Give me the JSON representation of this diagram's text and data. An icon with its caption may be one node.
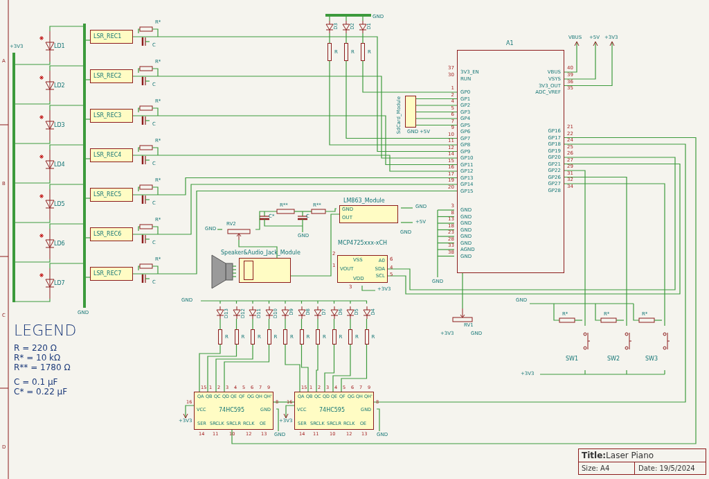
{
  "diagram": {
    "nodes": [
      {
        "text": [
          "LD1"
        ]
      },
      {
        "text": [
          "LD2"
        ]
      },
      {
        "text": [
          "LD3"
        ]
      },
      {
        "text": [
          "LD4"
        ]
      },
      {
        "text": [
          "LD5"
        ]
      },
      {
        "text": [
          "LD6"
        ]
      },
      {
        "text": [
          "LD7"
        ]
      },
      {
        "text": [
          "LSR_REC1"
        ]
      },
      {
        "text": [
          "LSR_REC2"
        ]
      },
      {
        "text": [
          "LSR_REC3"
        ]
      },
      {
        "text": [
          "LSR_REC4"
        ]
      },
      {
        "text": [
          "LSR_REC5"
        ]
      },
      {
        "text": [
          "LSR_REC6"
        ]
      },
      {
        "text": [
          "LSR_REC7"
        ]
      },
      {
        "text": [
          "A1",
          "3V3_EN",
          "RUN",
          "GP0",
          "GP1",
          "GP2",
          "GP3",
          "GP4",
          "GP5",
          "GP6",
          "GP7",
          "GP8",
          "GP9",
          "GP10",
          "GP11",
          "GP12",
          "GP13",
          "GP14",
          "GP15",
          "GND",
          "GND",
          "GND",
          "GND",
          "GND",
          "GND",
          "AGND",
          "GND",
          "VBUS",
          "VSYS",
          "3V3_OUT",
          "ADC_VREF",
          "GP16",
          "GP17",
          "GP18",
          "GP19",
          "GP20",
          "GP21",
          "GP22",
          "GP26",
          "GP27",
          "GP28"
        ],
        "beside": [
          "37",
          "30",
          "1",
          "2",
          "4",
          "5",
          "6",
          "7",
          "9",
          "10",
          "11",
          "12",
          "14",
          "15",
          "16",
          "17",
          "19",
          "20",
          "3",
          "8",
          "13",
          "18",
          "23",
          "28",
          "33",
          "38",
          "40",
          "39",
          "36",
          "35",
          "21",
          "22",
          "24",
          "25",
          "26",
          "27",
          "29",
          "31",
          "32",
          "34"
        ]
      },
      {
        "text": [
          "SdCard_Module"
        ]
      },
      {
        "text": [
          "LM863_Module",
          "GND",
          "OUT"
        ]
      },
      {
        "text": [
          "MCP4725xxx-xCH",
          "VOUT",
          "VSS",
          "VDD",
          "A0",
          "SDA",
          "SCL"
        ],
        "beside": [
          "1",
          "2",
          "3",
          "6",
          "4",
          "5"
        ]
      },
      {
        "text": [
          "Speaker&Audio_Jack_Module"
        ]
      },
      {
        "text": [
          "RV2"
        ]
      },
      {
        "text": [
          "74HC595",
          "QA",
          "QB",
          "QC",
          "QD",
          "QE",
          "QF",
          "QG",
          "QH",
          "QH'",
          "VCC",
          "GND",
          "SER",
          "SRCLK",
          "SRCLR",
          "RCLK",
          "OE"
        ],
        "beside": [
          "15",
          "1",
          "2",
          "3",
          "4",
          "5",
          "6",
          "7",
          "9",
          "16",
          "8",
          "14",
          "11",
          "10",
          "12",
          "13"
        ]
      },
      {
        "text": [
          "74HC595",
          "QA",
          "QB",
          "QC",
          "QD",
          "QE",
          "QF",
          "QG",
          "QH",
          "QH'",
          "VCC",
          "GND",
          "SER",
          "SRCLK",
          "SRCLR",
          "RCLK",
          "OE"
        ],
        "beside": [
          "15",
          "1",
          "2",
          "3",
          "4",
          "5",
          "6",
          "7",
          "9",
          "16",
          "8",
          "14",
          "11",
          "10",
          "12",
          "13"
        ]
      },
      {
        "text": [
          "RV1"
        ]
      },
      {
        "text": [
          "SW1"
        ]
      },
      {
        "text": [
          "SW2"
        ]
      },
      {
        "text": [
          "SW3"
        ]
      },
      {
        "text": [
          "**Title:**Laser Piano",
          "Size: A4",
          "Date: 19/5/2024"
        ]
      },
      {
        "text": [
          "VBUS"
        ]
      },
      {
        "text": [
          "+5V"
        ]
      },
      {
        "text": [
          "+3V3"
        ]
      },
      {
        "text": [
          "+3V3"
        ]
      },
      {
        "text": [
          "+3V3"
        ]
      },
      {
        "text": [
          "D3"
        ]
      },
      {
        "text": [
          "D2"
        ]
      },
      {
        "text": [
          "D1"
        ]
      },
      {
        "text": [
          "R"
        ]
      },
      {
        "text": [
          "R"
        ]
      },
      {
        "text": [
          "R"
        ]
      },
      {
        "text": [
          "D13"
        ]
      },
      {
        "text": [
          "D12"
        ]
      },
      {
        "text": [
          "D11"
        ]
      },
      {
        "text": [
          "D10"
        ]
      },
      {
        "text": [
          "D9"
        ]
      },
      {
        "text": [
          "D8"
        ]
      },
      {
        "text": [
          "D7"
        ]
      },
      {
        "text": [
          "D6"
        ]
      },
      {
        "text": [
          "D5"
        ]
      },
      {
        "text": [
          "D4"
        ]
      },
      {
        "text": [
          "R"
        ]
      },
      {
        "text": [
          "R"
        ]
      },
      {
        "text": [
          "R"
        ]
      },
      {
        "text": [
          "R"
        ]
      },
      {
        "text": [
          "R"
        ]
      },
      {
        "text": [
          "R"
        ]
      },
      {
        "text": [
          "R"
        ]
      },
      {
        "text": [
          "R"
        ]
      },
      {
        "text": [
          "R"
        ]
      },
      {
        "text": [
          "R"
        ]
      },
      {
        "text": [],
        "shape": "bar"
      },
      {
        "text": [],
        "shape": "bar",
        "beside": [
          "GND"
        ]
      },
      {
        "text": [],
        "shape": "bar"
      }
    ],
    "edges": [
      {
        "from": 7,
        "to": 14,
        "arrow": "none"
      },
      {
        "from": 8,
        "to": 14,
        "arrow": "none"
      },
      {
        "from": 9,
        "to": 14,
        "arrow": "none"
      },
      {
        "from": 10,
        "to": 14,
        "arrow": "none"
      },
      {
        "from": 11,
        "to": 14,
        "arrow": "none"
      },
      {
        "from": 12,
        "to": 14,
        "arrow": "none"
      },
      {
        "from": 13,
        "to": 14,
        "arrow": "none"
      },
      {
        "from": 15,
        "to": 14,
        "arrow": "none"
      },
      {
        "from": 15,
        "to": 14,
        "arrow": "none"
      },
      {
        "from": 15,
        "to": 14,
        "arrow": "none"
      },
      {
        "from": 15,
        "to": 14,
        "arrow": "none"
      },
      {
        "from": 15,
        "to": 14,
        "arrow": "none"
      },
      {
        "from": 18,
        "to": 16,
        "arrow": "none"
      },
      {
        "from": 18,
        "to": 19,
        "arrow": "none"
      },
      {
        "from": 17,
        "to": 14,
        "arrow": "none"
      },
      {
        "from": 17,
        "to": 14,
        "arrow": "none"
      },
      {
        "from": 20,
        "to": 21,
        "arrow": "none"
      },
      {
        "from": 20,
        "to": 14,
        "arrow": "none"
      },
      {
        "from": 21,
        "to": 14,
        "arrow": "none"
      },
      {
        "from": 22,
        "to": 14,
        "arrow": "none"
      },
      {
        "from": 23,
        "to": 14,
        "arrow": "none"
      },
      {
        "from": 24,
        "to": 14,
        "arrow": "none"
      },
      {
        "from": 25,
        "to": 14,
        "arrow": "none"
      },
      {
        "from": 14,
        "to": 27,
        "arrow": "to"
      },
      {
        "from": 14,
        "to": 28,
        "arrow": "to"
      },
      {
        "from": 14,
        "to": 29,
        "arrow": "to"
      },
      {
        "from": 20,
        "to": 30,
        "arrow": "to"
      },
      {
        "from": 21,
        "to": 31,
        "arrow": "to"
      },
      {
        "from": 32,
        "to": 35,
        "arrow": "none"
      },
      {
        "from": 33,
        "to": 36,
        "arrow": "none"
      },
      {
        "from": 34,
        "to": 37,
        "arrow": "none"
      },
      {
        "from": 35,
        "to": 14,
        "arrow": "none"
      },
      {
        "from": 36,
        "to": 14,
        "arrow": "none"
      },
      {
        "from": 37,
        "to": 14,
        "arrow": "none"
      },
      {
        "from": 38,
        "to": 48,
        "arrow": "none"
      },
      {
        "from": 39,
        "to": 49,
        "arrow": "none"
      },
      {
        "from": 40,
        "to": 50,
        "arrow": "none"
      },
      {
        "from": 41,
        "to": 51,
        "arrow": "none"
      },
      {
        "from": 42,
        "to": 52,
        "arrow": "none"
      },
      {
        "from": 43,
        "to": 53,
        "arrow": "none"
      },
      {
        "from": 44,
        "to": 54,
        "arrow": "none"
      },
      {
        "from": 45,
        "to": 55,
        "arrow": "none"
      },
      {
        "from": 46,
        "to": 56,
        "arrow": "none"
      },
      {
        "from": 47,
        "to": 57,
        "arrow": "none"
      },
      {
        "from": 48,
        "to": 20,
        "arrow": "none"
      },
      {
        "from": 49,
        "to": 20,
        "arrow": "none"
      },
      {
        "from": 50,
        "to": 20,
        "arrow": "none"
      },
      {
        "from": 51,
        "to": 20,
        "arrow": "none"
      },
      {
        "from": 52,
        "to": 21,
        "arrow": "none"
      },
      {
        "from": 53,
        "to": 21,
        "arrow": "none"
      },
      {
        "from": 54,
        "to": 21,
        "arrow": "none"
      },
      {
        "from": 55,
        "to": 21,
        "arrow": "none"
      },
      {
        "from": 56,
        "to": 21,
        "arrow": "none"
      },
      {
        "from": 57,
        "to": 21,
        "arrow": "none"
      },
      {
        "from": 0,
        "to": 58,
        "arrow": "none"
      },
      {
        "from": 1,
        "to": 58,
        "arrow": "none"
      },
      {
        "from": 2,
        "to": 58,
        "arrow": "none"
      },
      {
        "from": 3,
        "to": 58,
        "arrow": "none"
      },
      {
        "from": 4,
        "to": 58,
        "arrow": "none"
      },
      {
        "from": 5,
        "to": 58,
        "arrow": "none"
      },
      {
        "from": 6,
        "to": 58,
        "arrow": "none"
      },
      {
        "from": 0,
        "to": 59,
        "arrow": "none"
      },
      {
        "from": 1,
        "to": 59,
        "arrow": "none"
      },
      {
        "from": 2,
        "to": 59,
        "arrow": "none"
      },
      {
        "from": 3,
        "to": 59,
        "arrow": "none"
      },
      {
        "from": 4,
        "to": 59,
        "arrow": "none"
      },
      {
        "from": 5,
        "to": 59,
        "arrow": "none"
      },
      {
        "from": 6,
        "to": 59,
        "arrow": "none"
      },
      {
        "from": 7,
        "to": 59,
        "arrow": "none"
      },
      {
        "from": 8,
        "to": 59,
        "arrow": "none"
      },
      {
        "from": 9,
        "to": 59,
        "arrow": "none"
      },
      {
        "from": 10,
        "to": 59,
        "arrow": "none"
      },
      {
        "from": 11,
        "to": 59,
        "arrow": "none"
      },
      {
        "from": 12,
        "to": 59,
        "arrow": "none"
      },
      {
        "from": 13,
        "to": 59,
        "arrow": "none"
      },
      {
        "from": 32,
        "to": 60,
        "arrow": "none"
      },
      {
        "from": 33,
        "to": 60,
        "arrow": "none"
      },
      {
        "from": 34,
        "to": 60,
        "arrow": "none"
      }
    ],
    "labels": [
      "A",
      "B",
      "C",
      "D",
      "+3V3",
      "R*",
      "C",
      "R*",
      "C",
      "R*",
      "C",
      "R*",
      "C",
      "R*",
      "C",
      "R*",
      "C",
      "R*",
      "C",
      "GND",
      "GND",
      "+5V",
      "R**",
      "R**",
      "C*",
      "C",
      "GND",
      "GND",
      "GND",
      "+5V",
      "GND",
      "+3V3",
      "GND",
      "GND",
      "GND",
      "GND",
      "+3V3",
      "GND",
      "GND",
      "R*",
      "R*",
      "R*",
      "+3V3",
      "LEGEND",
      "R = 220 Ω",
      "R* = 10 kΩ",
      "R** = 1780 Ω",
      "C = 0.1 µF",
      "C* = 0.22 µF"
    ]
  }
}
